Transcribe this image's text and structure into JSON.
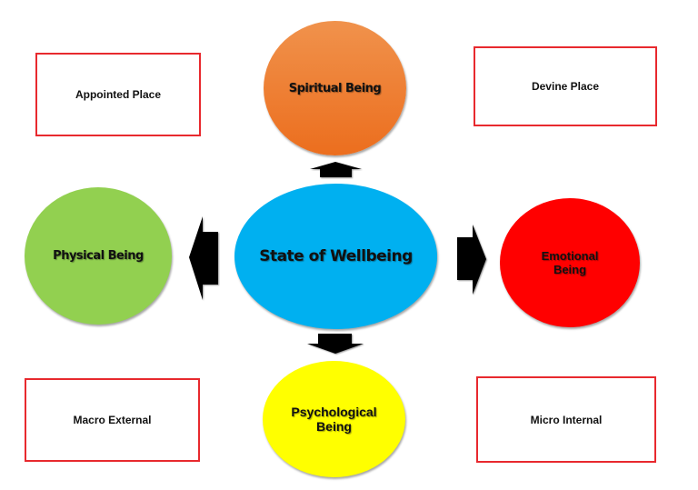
{
  "diagram": {
    "center": {
      "label": "State of Wellbeing",
      "color": "#00B0F0"
    },
    "nodes": {
      "spiritual": {
        "label": "Spiritual Being",
        "color_top": "#F0924C",
        "color_bottom": "#EC6E1E"
      },
      "physical": {
        "label": "Physical Being",
        "color": "#92D050"
      },
      "emotional": {
        "label": "Emotional\nBeing",
        "color": "#FF0000"
      },
      "psychological": {
        "label": "Psychological\nBeing",
        "color": "#FFFF00"
      }
    },
    "boxes": {
      "top_left": "Appointed Place",
      "top_right": "Devine Place",
      "bottom_left": "Macro External",
      "bottom_right": "Micro Internal",
      "border_color": "#E8292E"
    },
    "arrows": {
      "directions": [
        "up",
        "left",
        "right",
        "down"
      ],
      "color": "#000000"
    }
  }
}
